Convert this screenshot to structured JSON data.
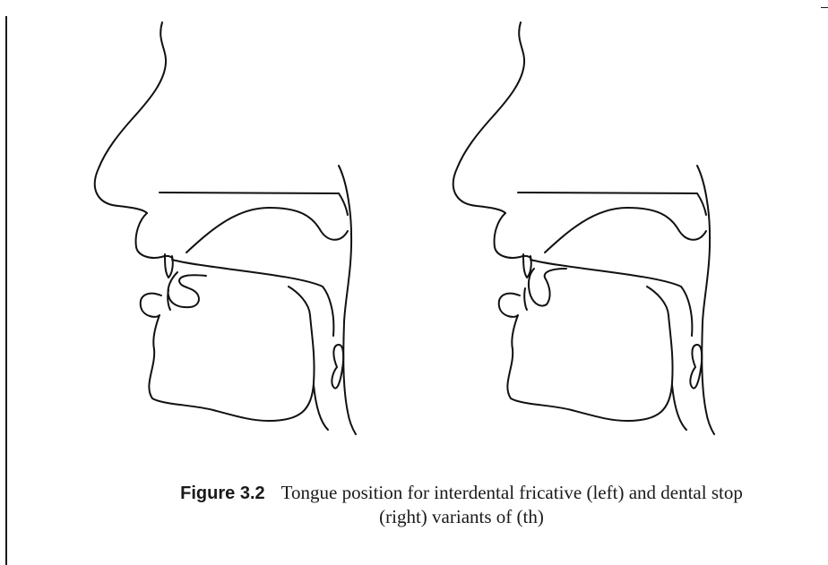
{
  "figure": {
    "number": "Figure 3.2",
    "caption_line1": "Tongue position for interdental fricative (left) and dental stop",
    "caption_line2": "(right) variants of (th)"
  },
  "illustrations": [
    {
      "id": "interdental-fricative",
      "tongue_position": "tip protruding between the teeth"
    },
    {
      "id": "dental-stop",
      "tongue_position": "tip pressed against the back of the upper teeth"
    }
  ]
}
